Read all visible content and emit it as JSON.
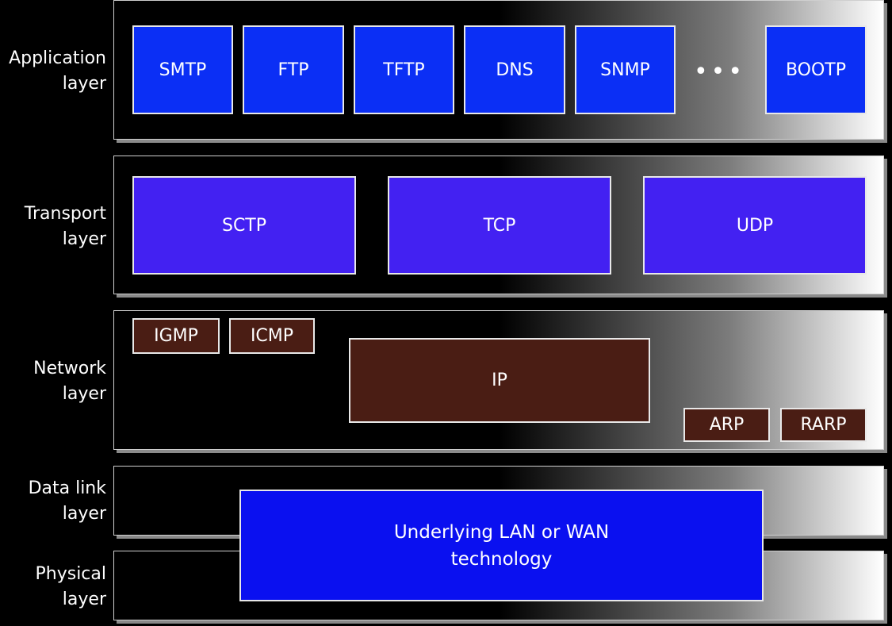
{
  "layers": {
    "application": {
      "line1": "Application",
      "line2": "layer"
    },
    "transport": {
      "line1": "Transport",
      "line2": "layer"
    },
    "network": {
      "line1": "Network",
      "line2": "layer"
    },
    "datalink": {
      "line1": "Data link",
      "line2": "layer"
    },
    "physical": {
      "line1": "Physical",
      "line2": "layer"
    }
  },
  "application_protocols": [
    "SMTP",
    "FTP",
    "TFTP",
    "DNS",
    "SNMP",
    "BOOTP"
  ],
  "ellipsis": "•••",
  "transport_protocols": [
    "SCTP",
    "TCP",
    "UDP"
  ],
  "network_protocols": {
    "igmp": "IGMP",
    "icmp": "ICMP",
    "ip": "IP",
    "arp": "ARP",
    "rarp": "RARP"
  },
  "underlying": {
    "line1": "Underlying LAN or WAN",
    "line2": "technology"
  },
  "colors": {
    "application_box": "#0b2ff5",
    "transport_box": "#4321f2",
    "network_box": "#4a1d14",
    "underlying_box": "#0a10f0"
  }
}
